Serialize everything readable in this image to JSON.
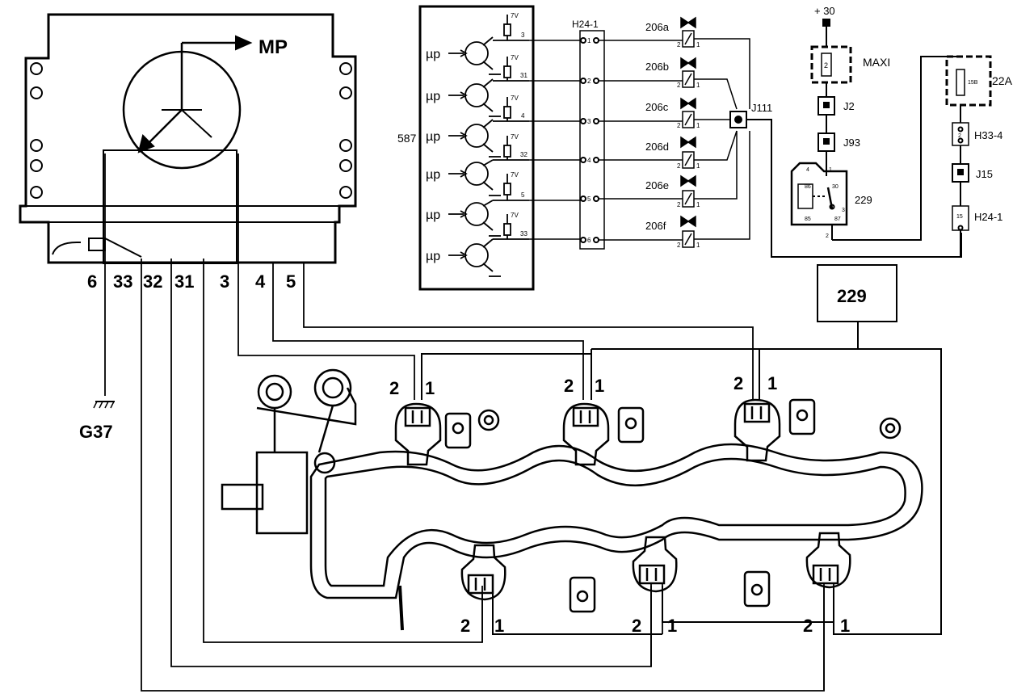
{
  "ecu": {
    "label": "MP",
    "pins": [
      "6",
      "33",
      "32",
      "31",
      "3",
      "4",
      "5"
    ]
  },
  "ground": {
    "label": "G37"
  },
  "driver_module": {
    "id": "587",
    "input_label": "µp",
    "supply_label": "7V",
    "pin_numbers": [
      "3",
      "31",
      "4",
      "32",
      "5",
      "33"
    ]
  },
  "connector_h24": {
    "label": "H24-1",
    "pins": [
      "1",
      "2",
      "3",
      "4",
      "5",
      "6"
    ]
  },
  "injectors": {
    "labels": [
      "206a",
      "206b",
      "206c",
      "206d",
      "206e",
      "206f"
    ],
    "pin2": "2",
    "pin1": "1"
  },
  "junction_j111": {
    "label": "J111"
  },
  "power": {
    "supply": "+ 30",
    "maxi_label": "MAXI",
    "maxi_rating": "2",
    "j2": "J2",
    "j93": "J93",
    "fuse_label": "22A",
    "fuse_rating": "15B",
    "h33": "H33-4",
    "h33_pin": "2",
    "j15": "J15",
    "h24_right": "H24-1",
    "h24_right_pin": "15"
  },
  "relay": {
    "id": "229",
    "pins": {
      "p86": "86",
      "p30": "30",
      "p85": "85",
      "p87": "87",
      "n4": "4",
      "n1": "1",
      "n3": "3",
      "n2": "2"
    }
  },
  "relay_box": {
    "label": "229"
  },
  "coils": {
    "pin_a": "2",
    "pin_b": "1"
  }
}
